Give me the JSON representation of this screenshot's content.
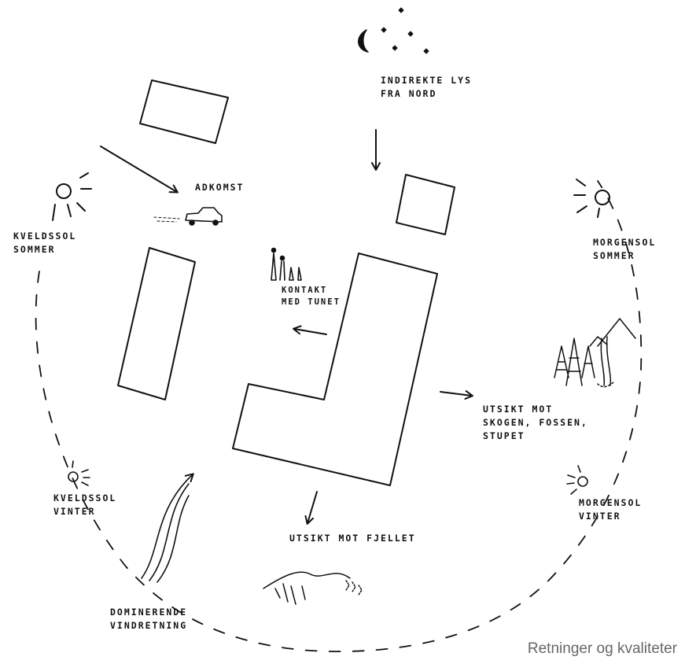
{
  "labels": {
    "indirect_light": "INDIREKTE LYS\nFRA NORD",
    "access": "ADKOMST",
    "evening_sun_summer": "KVELDSSOL\nSOMMER",
    "morning_sun_summer": "MORGENSOL\nSOMMER",
    "contact_yard": "KONTAKT\nMED TUNET",
    "view_forest": "UTSIKT MOT\nSKOGEN, FOSSEN,\nSTUPET",
    "evening_sun_winter": "KVELDSSOL\nVINTER",
    "morning_sun_winter": "MORGENSOL\nVINTER",
    "view_mountain": "UTSIKT MOT FJELLET",
    "dominant_wind": "DOMINERENDE\nVINDRETNING"
  },
  "caption": "Retninger og kvaliteter",
  "colors": {
    "ink": "#111111",
    "caption": "#666666"
  }
}
